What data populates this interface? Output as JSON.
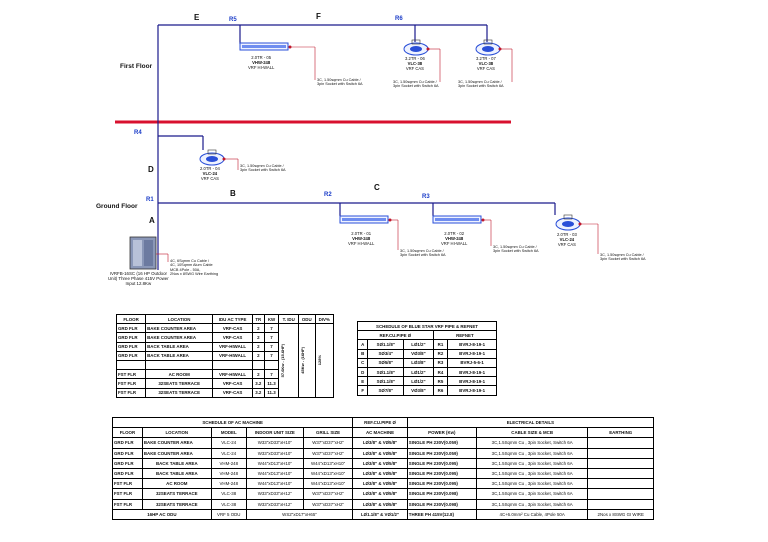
{
  "labels": {
    "segments": [
      "E",
      "F",
      "D",
      "B",
      "C",
      "A"
    ],
    "refnets": [
      "R5",
      "R6",
      "R4",
      "R1",
      "R2",
      "R3"
    ],
    "floors": {
      "first": "First Floor",
      "ground": "Ground Floor"
    }
  },
  "units": {
    "u05": {
      "line1": "2.0TR - 05",
      "line2": "VHW-248",
      "line3": "VRF HI-WALL"
    },
    "u06": {
      "line1": "3.2TR - 06",
      "line2": "VLC-38",
      "line3": "VRF CAS"
    },
    "u07": {
      "line1": "3.2TR - 07",
      "line2": "VLC-38",
      "line3": "VRF CAS"
    },
    "u04": {
      "line1": "2.0TR - 04",
      "line2": "VLC-24",
      "line3": "VRF CAS"
    },
    "u01": {
      "line1": "2.0TR - 01",
      "line2": "VHW-248",
      "line3": "VRF HI-WALL"
    },
    "u02": {
      "line1": "2.0TR - 02",
      "line2": "VHW-248",
      "line3": "VRF HI-WALL"
    },
    "u03": {
      "line1": "2.0TR - 03",
      "line2": "VLC-24",
      "line3": "VRF CAS"
    }
  },
  "notes": {
    "n05": [
      "3C, 1.50sqmm Cu Cable /",
      "3pin Socket with Switch 6A"
    ],
    "n06": [
      "3C, 1.50sqmm Cu Cable /",
      "3pin Socket with Switch 6A"
    ],
    "n07": [
      "3C, 1.50sqmm Cu Cable /",
      "3pin Socket with Switch 6A"
    ],
    "n04": [
      "3C, 1.50sqmm Cu Cable /",
      "3pin Socket with Switch 6A"
    ],
    "n01": [
      "3C, 1.50sqmm Cu Cable /",
      "3pin Socket with Switch 6A"
    ],
    "n02": [
      "3C, 1.50sqmm Cu Cable /",
      "3pin Socket with Switch 6A"
    ],
    "n03": [
      "3C, 1.50sqmm Cu Cable /",
      "3pin Socket with Switch 6A"
    ],
    "odu_cable": [
      "4C, 6Sqmm Cu Cable /",
      "4C, 10Sqmm Alum Cable",
      "MCB 4Pole - 50A,",
      "2Nos x 8SWG Wire Earthing"
    ]
  },
  "odu": {
    "lines": [
      "IVRFB-16SC (16 HP Outdoor",
      "Unit) Three Phase 415V Power",
      "Input 12.8Kw"
    ]
  },
  "table1": {
    "headers": [
      "FLOOR",
      "LOCATION",
      "IDU AC TYPE",
      "TR",
      "KW",
      "T. IDU",
      "ODU",
      "DIV%"
    ],
    "rows": [
      [
        "GRD FLR",
        "BAKE COUNTER AREA",
        "VRF-CAS",
        "2",
        "7"
      ],
      [
        "GRD FLR",
        "BAKE COUNTER AREA",
        "VRF-CAS",
        "2",
        "7"
      ],
      [
        "GRD FLR",
        "BACK TABLE AREA",
        "VRF-HIWALL",
        "2",
        "7"
      ],
      [
        "GRD FLR",
        "BACK TABLE AREA",
        "VRF-HIWALL",
        "2",
        "7"
      ],
      [
        "",
        "",
        "",
        "",
        ""
      ],
      [
        "FST FLR",
        "AC ROOM",
        "VRF-HIWALL",
        "2",
        "7"
      ],
      [
        "FST FLR",
        "32SEATS TERRACE",
        "VRF-CAS",
        "3.2",
        "11.3"
      ],
      [
        "FST FLR",
        "32SEATS TERRACE",
        "VRF-CAS",
        "3.2",
        "11.3"
      ]
    ],
    "t_idu": "57.6Kw - (15.6HP)",
    "odu": "45Kw - (16HP)",
    "div": "128%"
  },
  "table2": {
    "title": "SCHEDULE OF BLUE STAR VRF PIPE & REFNET",
    "headers": [
      "REF.CU.PIPE Ø",
      "REFNET"
    ],
    "rows": [
      [
        "A",
        "SØ1.1/8\"",
        "LØ1/2\"",
        "R1",
        "BVRJ-8-19-1"
      ],
      [
        "B",
        "SØ3/4\"",
        "VØ3/8\"",
        "R2",
        "BVRJ-8-19-1"
      ],
      [
        "C",
        "SØ5/8\"",
        "LØ3/8\"",
        "R3",
        "BVRJ-5-6-1"
      ],
      [
        "D",
        "SØ1.1/8\"",
        "LØ1/2\"",
        "R4",
        "BVRJ-8-19-1"
      ],
      [
        "E",
        "SØ1.1/8\"",
        "LØ1/2\"",
        "R5",
        "BVRJ-8-19-1"
      ],
      [
        "F",
        "SØ7/8\"",
        "VØ3/8\"",
        "R6",
        "BVRJ-8-19-1"
      ]
    ]
  },
  "table3": {
    "title_left": "SCHEDULE OF AC MACHINE",
    "title_mid": "REF.CU.PIPE Ø",
    "title_right": "ELECTRICAL DETAILS",
    "headers": [
      "FLOOR",
      "LOCATION",
      "MODEL",
      "INDOOR UNIT SIZE",
      "GRILL SIZE",
      "AC MACHINE",
      "POWER (Kw)",
      "CABLE SIZE & MCB",
      "EARTHING"
    ],
    "rows": [
      [
        "GRD FLR",
        "BAKE COUNTER AREA",
        "VLC-24",
        "W33\"xD33\"xH10\"",
        "W37\"xD37\"xH2\"",
        "LØ3/8\" & VØ5/8\"",
        "SINGLE PH 230V(0.059)",
        "3C,1.5Sqmm Cu , 3pin Socket, Switch 6A",
        ""
      ],
      [
        "GRD FLR",
        "BAKE COUNTER AREA",
        "VLC-24",
        "W33\"xD33\"xH10\"",
        "W37\"xD37\"xH2\"",
        "LØ3/8\" & VØ5/8\"",
        "SINGLE PH 230V(0.059)",
        "3C,1.5Sqmm Cu , 3pin Socket, Switch 6A",
        ""
      ],
      [
        "GRD FLR",
        "BACK TABLE AREA",
        "VHM-248",
        "W44\"xD13\"xH10\"",
        "W44\"xD13\"xH10\"",
        "LØ3/8\" & VØ5/8\"",
        "SINGLE PH 230V(0.095)",
        "3C,1.5Sqmm Cu , 3pin Socket, Switch 6A",
        ""
      ],
      [
        "GRD FLR",
        "BACK TABLE AREA",
        "VHM-248",
        "W44\"xD13\"xH10\"",
        "W44\"xD13\"xH10\"",
        "LØ3/8\" & VØ5/8\"",
        "SINGLE PH 230V(0.095)",
        "3C,1.5Sqmm Cu , 3pin Socket, Switch 6A",
        ""
      ],
      [
        "FST FLR",
        "AC ROOM",
        "VHM-248",
        "W44\"xD13\"xH10\"",
        "W44\"xD13\"xH10\"",
        "LØ3/8\" & VØ5/8\"",
        "SINGLE PH 230V(0.095)",
        "3C,1.5Sqmm Cu , 3pin Socket, Switch 6A",
        ""
      ],
      [
        "FST FLR",
        "32SEATS TERRACE",
        "VLC-38",
        "W33\"xD33\"xH12\"",
        "W37\"xD37\"xH2\"",
        "LØ3/8\" & VØ5/8\"",
        "SINGLE PH 230V(0.098)",
        "3C,1.5Sqmm Cu , 3pin Socket, Switch 6A",
        ""
      ],
      [
        "FST FLR",
        "32SEATS TERRACE",
        "VLC-38",
        "W33\"xD33\"xH12\"",
        "W37\"xD37\"xH2\"",
        "LØ3/8\" & VØ5/8\"",
        "SINGLE PH 230V(0.098)",
        "3C,1.5Sqmm Cu , 3pin Socket, Switch 6A",
        ""
      ]
    ],
    "odu_row": [
      "16HP AC ODU",
      "VRF 5 ODU",
      "WS2\"xD17\"xH65\"",
      "LØ1.1/8\" & VØ1/2\"",
      "THREE PH 415V(12.8)",
      "4C+6.0mm² Cu Cable, 4Pole 50A",
      "2Nos x 8SWG GI WIRE"
    ]
  },
  "colors": {
    "floor_divider": "#d8102e",
    "refnet_text": "#1a3cc8",
    "pipe": "#1a1a8c",
    "unit_blue": "#2a4fd8"
  }
}
